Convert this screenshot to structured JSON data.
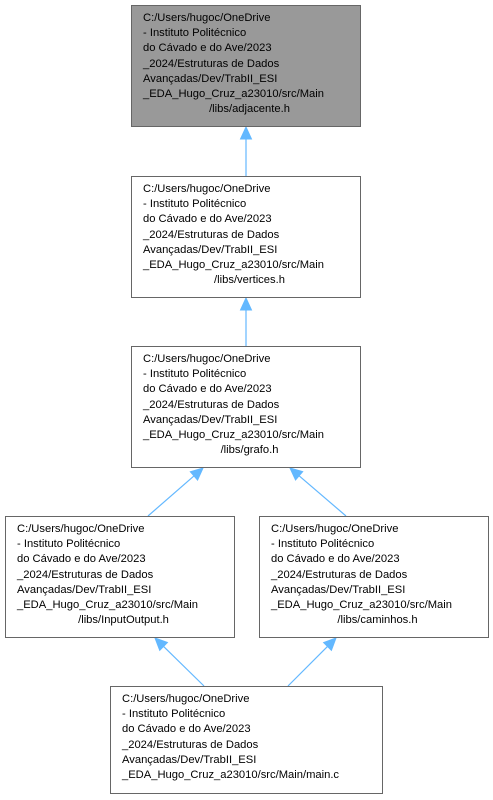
{
  "diagram": {
    "nodes": [
      {
        "id": "adjacente",
        "highlighted": true,
        "lines": [
          "C:/Users/hugoc/OneDrive",
          " - Instituto Politécnico",
          " do Cávado e do Ave/2023",
          "_2024/Estruturas de Dados",
          " Avançadas/Dev/TrabII_ESI",
          "_EDA_Hugo_Cruz_a23010/src/Main",
          "/libs/adjacente.h"
        ]
      },
      {
        "id": "vertices",
        "highlighted": false,
        "lines": [
          "C:/Users/hugoc/OneDrive",
          " - Instituto Politécnico",
          " do Cávado e do Ave/2023",
          "_2024/Estruturas de Dados",
          " Avançadas/Dev/TrabII_ESI",
          "_EDA_Hugo_Cruz_a23010/src/Main",
          "/libs/vertices.h"
        ]
      },
      {
        "id": "grafo",
        "highlighted": false,
        "lines": [
          "C:/Users/hugoc/OneDrive",
          " - Instituto Politécnico",
          " do Cávado e do Ave/2023",
          "_2024/Estruturas de Dados",
          " Avançadas/Dev/TrabII_ESI",
          "_EDA_Hugo_Cruz_a23010/src/Main",
          "/libs/grafo.h"
        ]
      },
      {
        "id": "inputoutput",
        "highlighted": false,
        "lines": [
          "C:/Users/hugoc/OneDrive",
          " - Instituto Politécnico",
          " do Cávado e do Ave/2023",
          "_2024/Estruturas de Dados",
          " Avançadas/Dev/TrabII_ESI",
          "_EDA_Hugo_Cruz_a23010/src/Main",
          "/libs/InputOutput.h"
        ]
      },
      {
        "id": "caminhos",
        "highlighted": false,
        "lines": [
          "C:/Users/hugoc/OneDrive",
          " - Instituto Politécnico",
          " do Cávado e do Ave/2023",
          "_2024/Estruturas de Dados",
          " Avançadas/Dev/TrabII_ESI",
          "_EDA_Hugo_Cruz_a23010/src/Main",
          "/libs/caminhos.h"
        ]
      },
      {
        "id": "main",
        "highlighted": false,
        "lines": [
          "C:/Users/hugoc/OneDrive",
          " - Instituto Politécnico",
          " do Cávado e do Ave/2023",
          "_2024/Estruturas de Dados",
          " Avançadas/Dev/TrabII_ESI",
          "_EDA_Hugo_Cruz_a23010/src/Main/main.c"
        ]
      }
    ],
    "edges": [
      {
        "from": "vertices",
        "to": "adjacente"
      },
      {
        "from": "grafo",
        "to": "vertices"
      },
      {
        "from": "inputoutput",
        "to": "grafo"
      },
      {
        "from": "caminhos",
        "to": "grafo"
      },
      {
        "from": "main",
        "to": "inputoutput"
      },
      {
        "from": "main",
        "to": "caminhos"
      }
    ],
    "colors": {
      "edge": "#63b8ff",
      "node_border": "#666666",
      "node_fill": "#ffffff",
      "highlight_fill": "#999999"
    }
  }
}
